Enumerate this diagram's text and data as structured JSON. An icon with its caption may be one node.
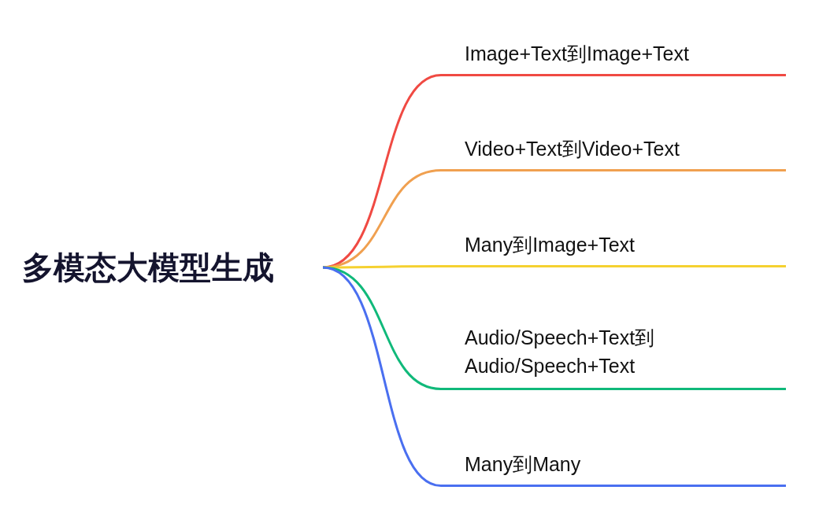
{
  "diagram": {
    "nodes": [
      {
        "text": [
          "多模态大模型生成"
        ]
      },
      {
        "text": [
          "Image+Text到Image+Text"
        ]
      },
      {
        "text": [
          "Video+Text到Video+Text"
        ]
      },
      {
        "text": [
          "Many到Image+Text"
        ]
      },
      {
        "text": [
          "Audio/Speech+Text到Audio/Speech+Text"
        ]
      },
      {
        "text": [
          "Many到Many"
        ]
      }
    ],
    "edges": [
      {
        "from": 0,
        "to": 1,
        "arrow": "none",
        "color": "#f04a43"
      },
      {
        "from": 0,
        "to": 2,
        "arrow": "none",
        "color": "#f0a050"
      },
      {
        "from": 0,
        "to": 3,
        "arrow": "none",
        "color": "#f5d130"
      },
      {
        "from": 0,
        "to": 4,
        "arrow": "none",
        "color": "#10b97a"
      },
      {
        "from": 0,
        "to": 5,
        "arrow": "none",
        "color": "#4a6ff0"
      }
    ]
  }
}
